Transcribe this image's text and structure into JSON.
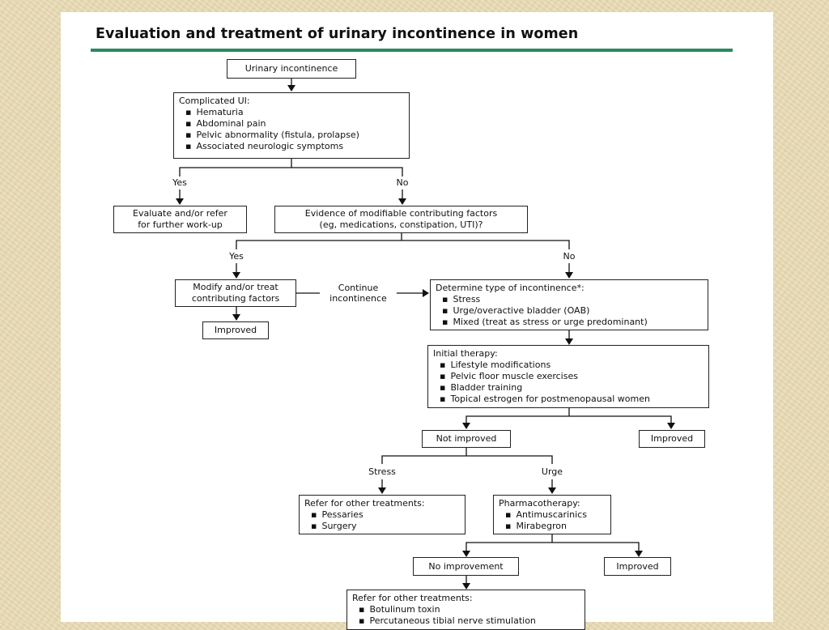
{
  "title": "Evaluation and treatment of urinary incontinence in women",
  "nodes": {
    "start": "Urinary incontinence",
    "complicated": {
      "heading": "Complicated UI:",
      "items": [
        "Hematuria",
        "Abdominal pain",
        "Pelvic abnormality (fistula, prolapse)",
        "Associated neurologic symptoms"
      ]
    },
    "evaluate": [
      "Evaluate and/or refer",
      "for further work-up"
    ],
    "evidence": [
      "Evidence of modifiable contributing factors",
      "(eg, medications, constipation, UTI)?"
    ],
    "modify": [
      "Modify and/or treat",
      "contributing factors"
    ],
    "improved1": "Improved",
    "determine": {
      "heading": "Determine type of incontinence*:",
      "items": [
        "Stress",
        "Urge/overactive bladder (OAB)",
        "Mixed (treat as stress or urge predominant)"
      ]
    },
    "initial": {
      "heading": "Initial therapy:",
      "items": [
        "Lifestyle modifications",
        "Pelvic floor muscle exercises",
        "Bladder training",
        "Topical estrogen for postmenopausal women"
      ]
    },
    "not_improved": "Not improved",
    "improved2": "Improved",
    "refer_stress": {
      "heading": "Refer for other treatments:",
      "items": [
        "Pessaries",
        "Surgery"
      ]
    },
    "pharmaco": {
      "heading": "Pharmacotherapy:",
      "items": [
        "Antimuscarinics",
        "Mirabegron"
      ]
    },
    "no_improvement": "No improvement",
    "improved3": "Improved",
    "refer_final": {
      "heading": "Refer for other treatments:",
      "items": [
        "Botulinum toxin",
        "Percutaneous tibial nerve stimulation"
      ]
    }
  },
  "labels": {
    "yes1": "Yes",
    "no1": "No",
    "yes2": "Yes",
    "no2": "No",
    "continue": [
      "Continue",
      "incontinence"
    ],
    "stress": "Stress",
    "urge": "Urge"
  },
  "colors": {
    "rule": "#2a8a5e",
    "background": "#e9dcb6"
  }
}
